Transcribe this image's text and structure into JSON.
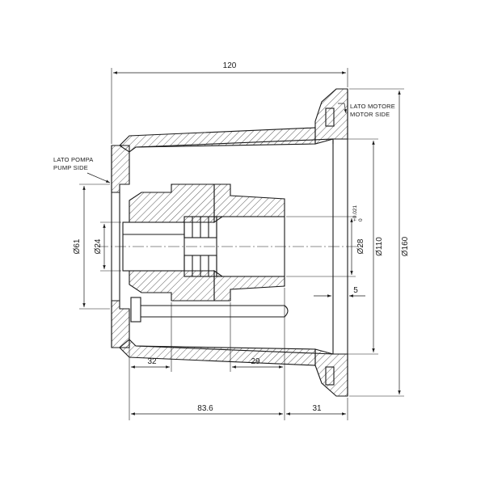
{
  "notes": {
    "pump_side_it": "LATO POMPA",
    "pump_side_en": "PUMP SIDE",
    "motor_side_it": "LATO MOTORE",
    "motor_side_en": "MOTOR SIDE"
  },
  "dimensions": {
    "overall_length": "120",
    "pump_bore_dia": "Ø61",
    "pump_shaft_dia": "Ø24",
    "motor_shaft_dia": "Ø28",
    "motor_shaft_tol_upper": "+0.021",
    "motor_shaft_tol_lower": "0",
    "spigot_dia": "Ø110",
    "flange_dia": "Ø160",
    "gap": "5",
    "pump_hub_length": "32",
    "motor_hub_length": "29",
    "body_length": "83.6",
    "flange_length": "31"
  }
}
